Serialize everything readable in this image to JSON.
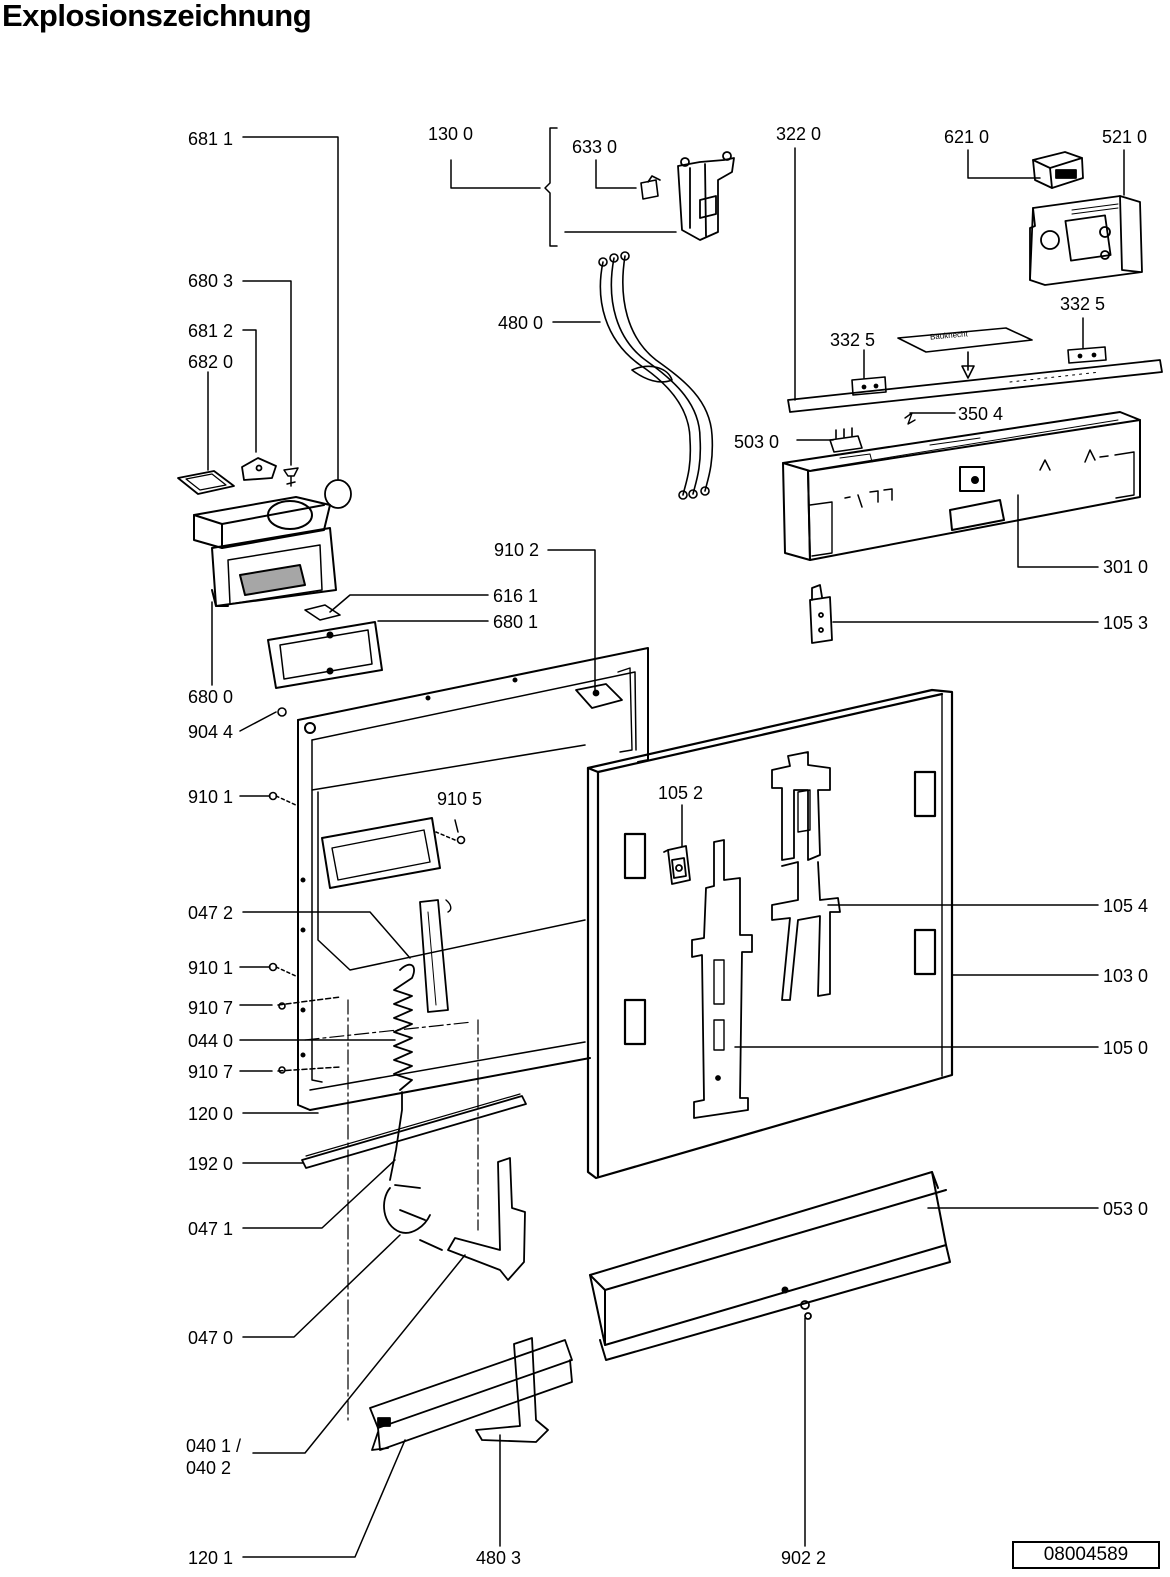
{
  "title": "Explosionszeichnung",
  "document_number": "08004589",
  "badge_text": "Bauknecht",
  "labels": {
    "p6811": "681 1",
    "p1300": "130 0",
    "p6330": "633 0",
    "p3220": "322  0",
    "p6210": "621 0",
    "p5210": "521 0",
    "p6803": "680 3",
    "p4800": "480 0",
    "p3325a": "332  5",
    "p3325b": "332  5",
    "p6812": "681 2",
    "p6820": "682 0",
    "p3504": "350 4",
    "p5030": "503  0",
    "p9102": "910 2",
    "p3010": "301 0",
    "p6161": "616 1",
    "p6801": "680 1",
    "p1053": "105 3",
    "p6800": "680 0",
    "p9044": "904 4",
    "p9101a": "910 1",
    "p9105": "910 5",
    "p1052": "105 2",
    "p0472": "047 2",
    "p1054": "105 4",
    "p9101b": "910 1",
    "p1030": "103 0",
    "p9107a": "910 7",
    "p0440": "044 0",
    "p1050": "105 0",
    "p9107b": "910 7",
    "p1200": "120 0",
    "p1920": "192 0",
    "p0471": "047 1",
    "p0530": "053 0",
    "p0470": "047 0",
    "p0401": "040 1 /",
    "p0402": "040 2",
    "p1201": "120 1",
    "p4803": "480 3",
    "p9022": "902 2"
  }
}
